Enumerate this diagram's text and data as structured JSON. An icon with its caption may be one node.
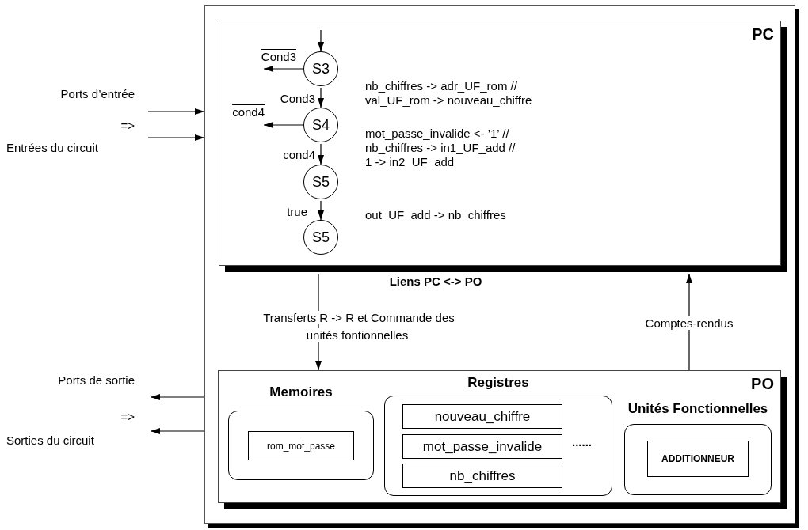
{
  "diagram": {
    "nodes": [
      {
        "text": [],
        "shape": "box"
      },
      {
        "text": [
          "PC"
        ],
        "in": 0
      },
      {
        "text": [
          "S3"
        ],
        "in": 1
      },
      {
        "text": [
          "S4"
        ],
        "in": 1
      },
      {
        "text": [
          "S5"
        ],
        "in": 1
      },
      {
        "text": [
          "S5"
        ],
        "in": 1
      },
      {
        "text": [
          "PO"
        ],
        "in": 0
      },
      {
        "text": [
          "Memoires"
        ],
        "in": 6
      },
      {
        "text": [
          "rom_mot_passe"
        ],
        "in": 7
      },
      {
        "text": [
          "Registres"
        ],
        "in": 6
      },
      {
        "text": [
          "nouveau_chiffre"
        ],
        "in": 9
      },
      {
        "text": [
          "mot_passe_invalide"
        ],
        "in": 9
      },
      {
        "text": [
          "nb_chiffres"
        ],
        "in": 9
      },
      {
        "text": [
          "Unités Fonctionnelles"
        ],
        "in": 6
      },
      {
        "text": [
          "ADDITIONNEUR"
        ],
        "in": 13
      }
    ],
    "edges": [
      {
        "from": null,
        "to": 2,
        "arrow": "to"
      },
      {
        "from": 2,
        "to": null,
        "arrow": "to",
        "label": "Cond3"
      },
      {
        "from": 2,
        "to": 3,
        "arrow": "to",
        "label": "Cond3"
      },
      {
        "from": 3,
        "to": null,
        "arrow": "to",
        "label": "cond4"
      },
      {
        "from": 3,
        "to": 4,
        "arrow": "to",
        "label": "cond4"
      },
      {
        "from": 4,
        "to": 5,
        "arrow": "to",
        "label": "true"
      },
      {
        "from": 1,
        "to": 6,
        "arrow": "to",
        "label": "Transferts R -> R et Commande des unités fontionnelles"
      },
      {
        "from": 6,
        "to": 1,
        "arrow": "to",
        "label": "Comptes-rendus"
      },
      {
        "from": null,
        "to": 0,
        "arrow": "to"
      },
      {
        "from": null,
        "to": 0,
        "arrow": "to"
      },
      {
        "from": 0,
        "to": null,
        "arrow": "to"
      },
      {
        "from": 0,
        "to": null,
        "arrow": "to"
      }
    ],
    "labels": [
      "nb_chiffres -> adr_UF_rom // val_UF_rom -> nouveau_chiffre",
      "mot_passe_invalide <- ’1’ // nb_chiffres -> in1_UF_add // 1 -> in2_UF_add",
      "out_UF_add -> nb_chiffres",
      "Liens PC <-> PO",
      "Ports d’entrée",
      "=>",
      "Entrées du circuit",
      "Ports de sortie",
      "=>",
      "Sorties du circuit",
      "......"
    ]
  }
}
